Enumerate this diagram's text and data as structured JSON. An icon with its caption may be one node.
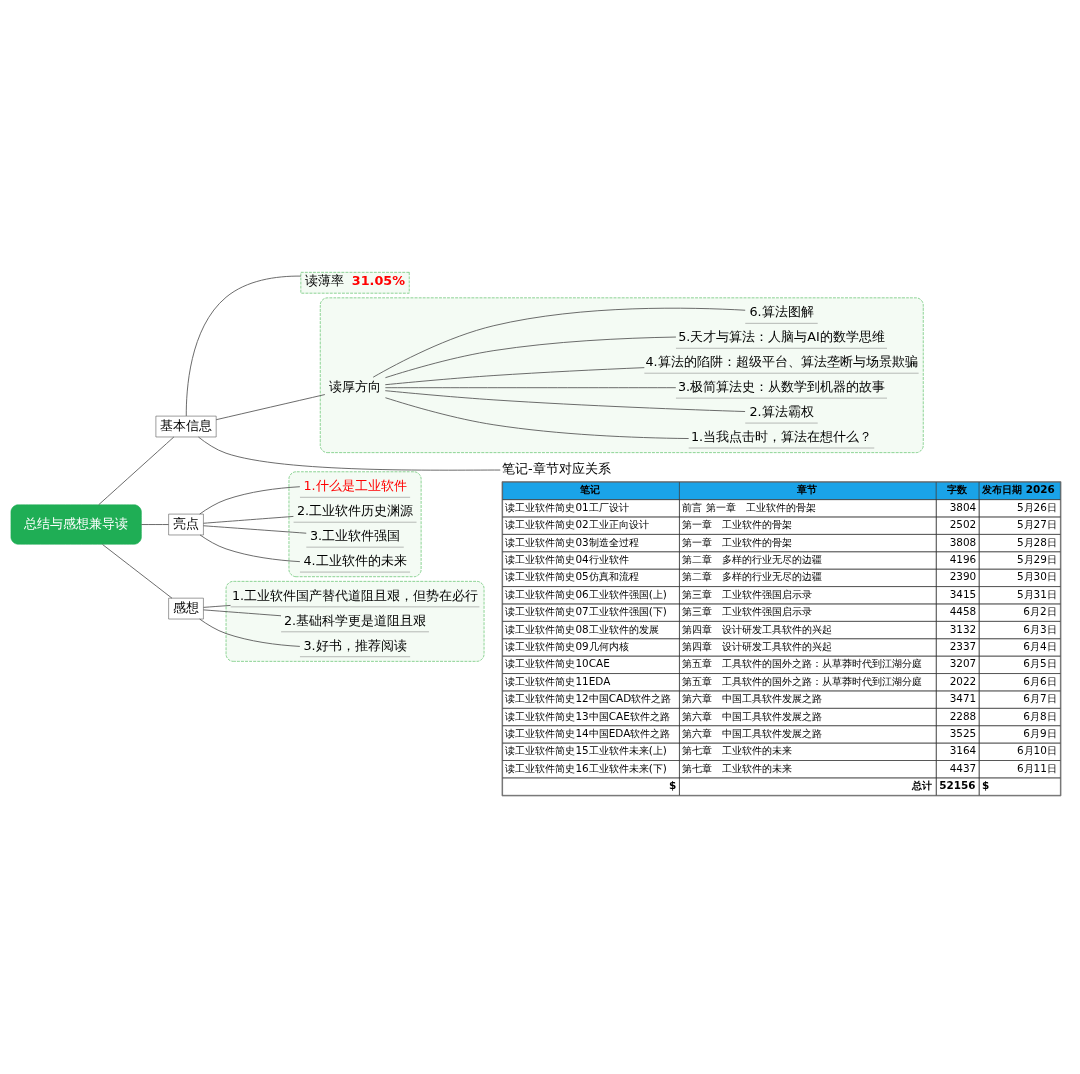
{
  "diagram": {
    "nodes": [
      {
        "text": [
          "总结与感想兼导读"
        ]
      },
      {
        "text": [
          "基本信息"
        ]
      },
      {
        "text": [
          "读薄率",
          "31.05%"
        ]
      },
      {
        "text": [],
        "shape": "box"
      },
      {
        "text": [
          "读厚方向"
        ],
        "in": 3
      },
      {
        "text": [
          "1.当我点击时，算法在想什么？"
        ],
        "in": 3
      },
      {
        "text": [
          "2.算法霸权"
        ],
        "in": 3
      },
      {
        "text": [
          "3.极简算法史：从数学到机器的故事"
        ],
        "in": 3
      },
      {
        "text": [
          "4.算法的陷阱：超级平台、算法垄断与场景欺骗"
        ],
        "in": 3
      },
      {
        "text": [
          "5.天才与算法：人脑与AI的数学思维"
        ],
        "in": 3
      },
      {
        "text": [
          "6.算法图解"
        ],
        "in": 3
      },
      {
        "text": [
          "笔记-章节对应关系"
        ]
      },
      {
        "text": [
          "亮点"
        ]
      },
      {
        "text": [],
        "shape": "box"
      },
      {
        "text": [
          "1.什么是工业软件"
        ],
        "in": 13
      },
      {
        "text": [
          "2.工业软件历史渊源"
        ],
        "in": 13
      },
      {
        "text": [
          "3.工业软件强国"
        ],
        "in": 13
      },
      {
        "text": [
          "4.工业软件的未来"
        ],
        "in": 13
      },
      {
        "text": [
          "感想"
        ]
      },
      {
        "text": [],
        "shape": "box"
      },
      {
        "text": [
          "1.工业软件国产替代道阻且艰，但势在必行"
        ],
        "in": 19
      },
      {
        "text": [
          "2.基础科学更是道阻且艰"
        ],
        "in": 19
      },
      {
        "text": [
          "3.好书，推荐阅读"
        ],
        "in": 19
      }
    ],
    "edges": [
      {
        "from": 0,
        "to": 1,
        "arrow": "none"
      },
      {
        "from": 0,
        "to": 12,
        "arrow": "none"
      },
      {
        "from": 0,
        "to": 18,
        "arrow": "none"
      },
      {
        "from": 1,
        "to": 2,
        "arrow": "none"
      },
      {
        "from": 1,
        "to": 4,
        "arrow": "none"
      },
      {
        "from": 1,
        "to": 11,
        "arrow": "none"
      },
      {
        "from": 4,
        "to": 5,
        "arrow": "none"
      },
      {
        "from": 4,
        "to": 6,
        "arrow": "none"
      },
      {
        "from": 4,
        "to": 7,
        "arrow": "none"
      },
      {
        "from": 4,
        "to": 8,
        "arrow": "none"
      },
      {
        "from": 4,
        "to": 9,
        "arrow": "none"
      },
      {
        "from": 4,
        "to": 10,
        "arrow": "none"
      },
      {
        "from": 12,
        "to": 14,
        "arrow": "none"
      },
      {
        "from": 12,
        "to": 15,
        "arrow": "none"
      },
      {
        "from": 12,
        "to": 16,
        "arrow": "none"
      },
      {
        "from": 12,
        "to": 17,
        "arrow": "none"
      },
      {
        "from": 18,
        "to": 20,
        "arrow": "none"
      },
      {
        "from": 18,
        "to": 21,
        "arrow": "none"
      },
      {
        "from": 18,
        "to": 22,
        "arrow": "none"
      }
    ],
    "labels": [
      "笔记",
      "章节",
      "字数",
      "发布日期 2026",
      "读工业软件简史01工厂设计",
      "前言 第一章　工业软件的骨架",
      "3804",
      "5月26日",
      "读工业软件简史02工业正向设计",
      "第一章　工业软件的骨架",
      "2502",
      "5月27日",
      "读工业软件简史03制造全过程",
      "第一章　工业软件的骨架",
      "3808",
      "5月28日",
      "读工业软件简史04行业软件",
      "第二章　多样的行业无尽的边疆",
      "4196",
      "5月29日",
      "读工业软件简史05仿真和流程",
      "第二章　多样的行业无尽的边疆",
      "2390",
      "5月30日",
      "读工业软件简史06工业软件强国(上)",
      "第三章　工业软件强国启示录",
      "3415",
      "5月31日",
      "读工业软件简史07工业软件强国(下)",
      "第三章　工业软件强国启示录",
      "4458",
      "6月2日",
      "读工业软件简史08工业软件的发展",
      "第四章　设计研发工具软件的兴起",
      "3132",
      "6月3日",
      "读工业软件简史09几何内核",
      "第四章　设计研发工具软件的兴起",
      "2337",
      "6月4日",
      "读工业软件简史10CAE",
      "第五章　工具软件的国外之路：从草莽时代到江湖分庭",
      "3207",
      "6月5日",
      "读工业软件简史11EDA",
      "第五章　工具软件的国外之路：从草莽时代到江湖分庭",
      "2022",
      "6月6日",
      "读工业软件简史12中国CAD软件之路",
      "第六章　中国工具软件发展之路",
      "3471",
      "6月7日",
      "读工业软件简史13中国CAE软件之路",
      "第六章　中国工具软件发展之路",
      "2288",
      "6月8日",
      "读工业软件简史14中国EDA软件之路",
      "第六章　中国工具软件发展之路",
      "3525",
      "6月9日",
      "读工业软件简史15工业软件未来(上)",
      "第七章　工业软件的未来",
      "3164",
      "6月10日",
      "读工业软件简史16工业软件未来(下)",
      "第七章　工业软件的未来",
      "4437",
      "6月11日",
      "$",
      "总计",
      "52156",
      "$"
    ]
  }
}
